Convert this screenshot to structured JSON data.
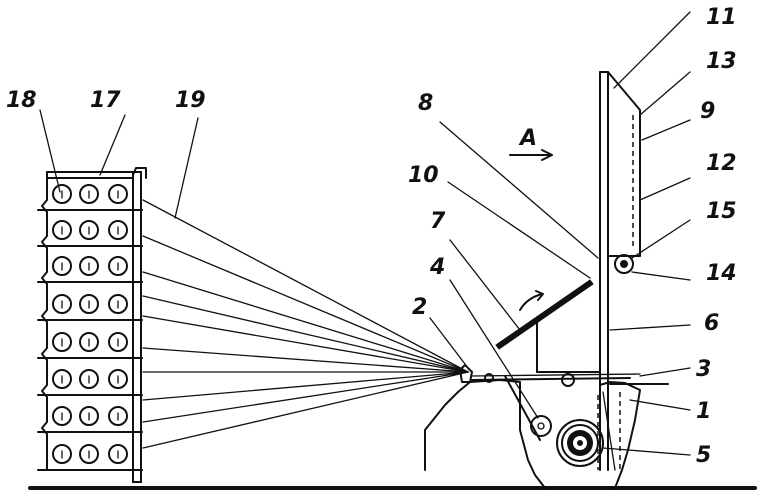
{
  "labels": [
    "1",
    "2",
    "3",
    "4",
    "5",
    "6",
    "7",
    "8",
    "9",
    "10",
    "11",
    "12",
    "13",
    "14",
    "15",
    "17",
    "18",
    "19"
  ],
  "direction_label": "A"
}
